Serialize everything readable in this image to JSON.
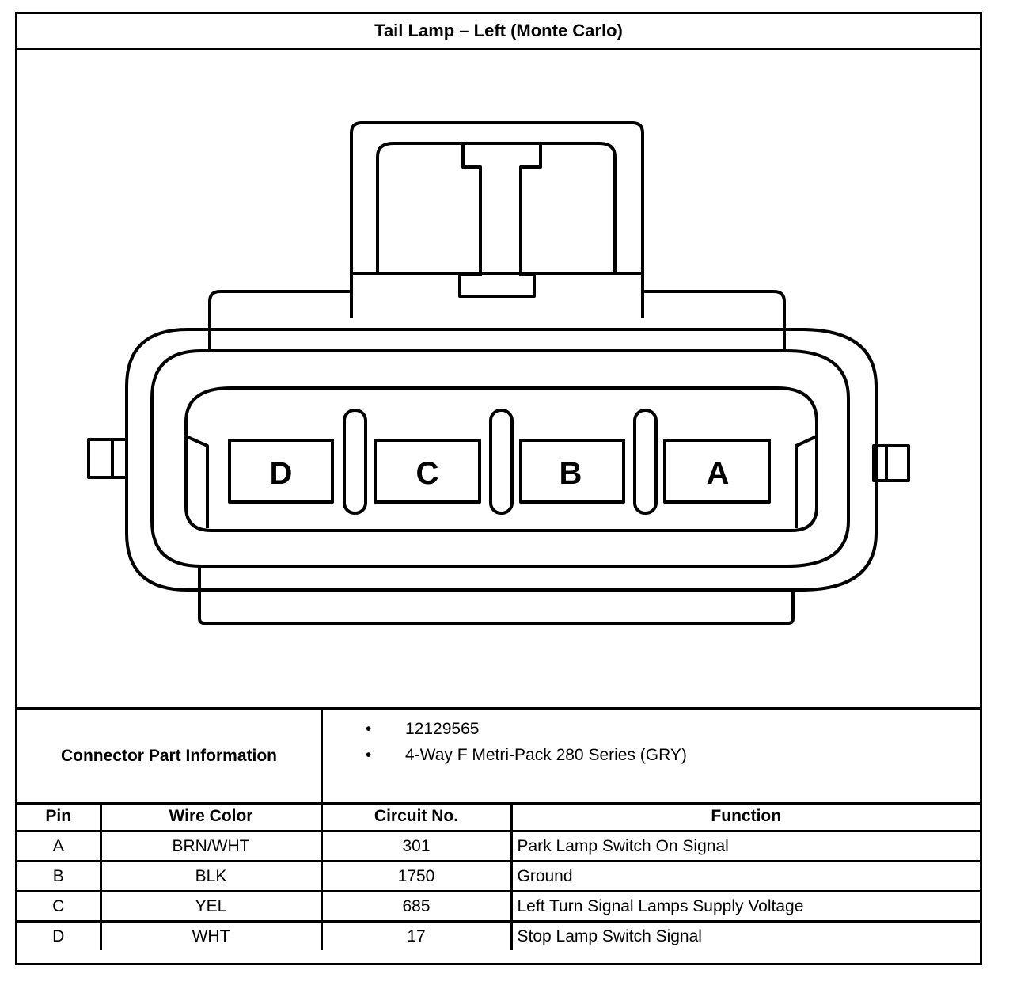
{
  "title": "Tail Lamp – Left (Monte Carlo)",
  "connector": {
    "cavities": [
      "D",
      "C",
      "B",
      "A"
    ]
  },
  "part_info": {
    "label": "Connector Part Information",
    "items": [
      "12129565",
      "4-Way F Metri-Pack 280 Series (GRY)"
    ],
    "bullet": "•"
  },
  "pin_table": {
    "headers": [
      "Pin",
      "Wire Color",
      "Circuit No.",
      "Function"
    ],
    "rows": [
      [
        "A",
        "BRN/WHT",
        "301",
        "Park Lamp Switch On Signal"
      ],
      [
        "B",
        "BLK",
        "1750",
        "Ground"
      ],
      [
        "C",
        "YEL",
        "685",
        "Left Turn Signal Lamps Supply Voltage"
      ],
      [
        "D",
        "WHT",
        "17",
        "Stop Lamp Switch Signal"
      ]
    ]
  }
}
